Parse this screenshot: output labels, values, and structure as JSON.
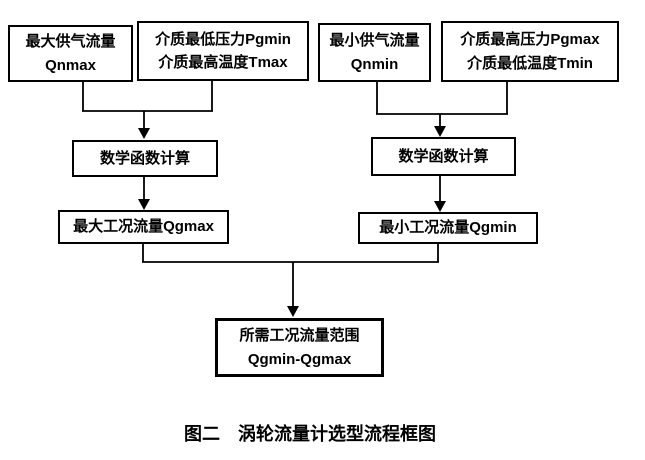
{
  "diagram": {
    "boxes": {
      "qnmax": {
        "line1": "最大供气流量",
        "line2": "Qnmax"
      },
      "pgmin_tmax": {
        "line1": "介质最低压力Pgmin",
        "line2": "介质最高温度Tmax"
      },
      "qnmin": {
        "line1": "最小供气流量",
        "line2": "Qnmin"
      },
      "pgmax_tmin": {
        "line1": "介质最高压力Pgmax",
        "line2": "介质最低温度Tmin"
      },
      "calc_left": {
        "label": "数学函数计算"
      },
      "calc_right": {
        "label": "数学函数计算"
      },
      "qgmax": {
        "label": "最大工况流量Qgmax"
      },
      "qgmin": {
        "label": "最小工况流量Qgmin"
      },
      "result": {
        "line1": "所需工况流量范围",
        "line2": "Qgmin-Qgmax"
      }
    },
    "caption": "图二　涡轮流量计选型流程框图",
    "colors": {
      "line": "#000000",
      "background": "#ffffff",
      "text": "#000000"
    }
  }
}
